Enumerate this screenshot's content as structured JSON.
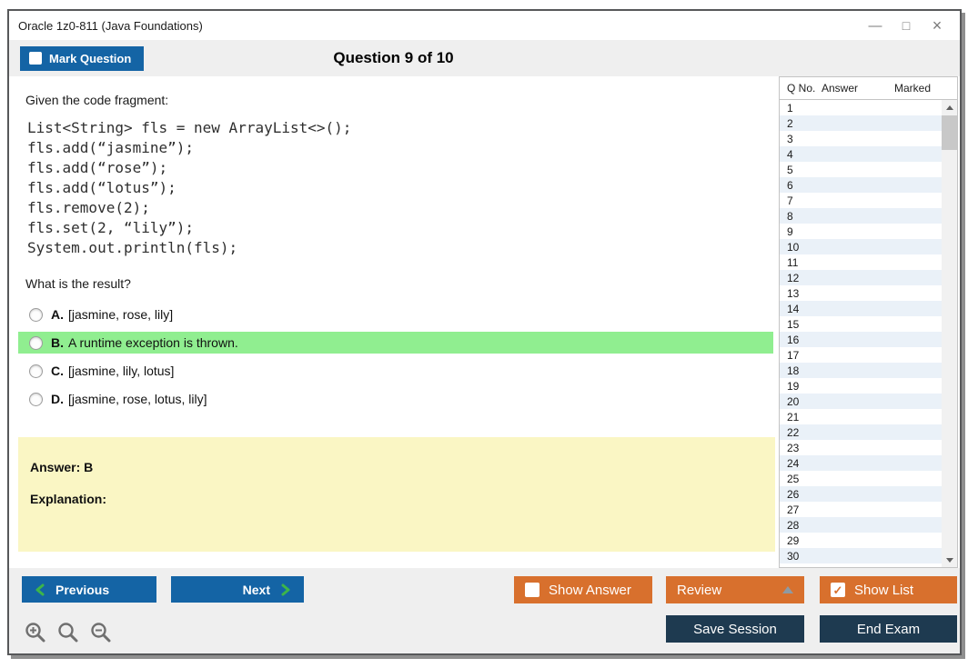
{
  "window": {
    "title": "Oracle 1z0-811 (Java Foundations)"
  },
  "titlebar": {
    "minimize_glyph": "—",
    "maximize_glyph": "□",
    "close_glyph": "×"
  },
  "header": {
    "mark_question_label": "Mark Question",
    "question_counter": "Question 9 of 10"
  },
  "question": {
    "prompt": "Given the code fragment:",
    "code_lines": [
      "List<String> fls = new ArrayList<>();",
      "fls.add(“jasmine”);",
      "fls.add(“rose”);",
      "fls.add(“lotus”);",
      "fls.remove(2);",
      "fls.set(2, “lily”);",
      "System.out.println(fls);"
    ],
    "question_text": "What is the result?",
    "options": [
      {
        "letter": "A.",
        "text": "[jasmine, rose, lily]",
        "highlighted": false
      },
      {
        "letter": "B.",
        "text": "A runtime exception is thrown.",
        "highlighted": true
      },
      {
        "letter": "C.",
        "text": "[jasmine, lily, lotus]",
        "highlighted": false
      },
      {
        "letter": "D.",
        "text": "[jasmine, rose, lotus, lily]",
        "highlighted": false
      }
    ]
  },
  "answer_panel": {
    "answer_label": "Answer: B",
    "explanation_label": "Explanation:"
  },
  "sidebar": {
    "columns": [
      "Q No.",
      "Answer",
      "Marked"
    ],
    "rows": [
      {
        "q": "1",
        "answer": "",
        "marked": ""
      },
      {
        "q": "2",
        "answer": "",
        "marked": ""
      },
      {
        "q": "3",
        "answer": "",
        "marked": ""
      },
      {
        "q": "4",
        "answer": "",
        "marked": ""
      },
      {
        "q": "5",
        "answer": "",
        "marked": ""
      },
      {
        "q": "6",
        "answer": "",
        "marked": ""
      },
      {
        "q": "7",
        "answer": "",
        "marked": ""
      },
      {
        "q": "8",
        "answer": "",
        "marked": ""
      },
      {
        "q": "9",
        "answer": "",
        "marked": ""
      },
      {
        "q": "10",
        "answer": "",
        "marked": ""
      },
      {
        "q": "11",
        "answer": "",
        "marked": ""
      },
      {
        "q": "12",
        "answer": "",
        "marked": ""
      },
      {
        "q": "13",
        "answer": "",
        "marked": ""
      },
      {
        "q": "14",
        "answer": "",
        "marked": ""
      },
      {
        "q": "15",
        "answer": "",
        "marked": ""
      },
      {
        "q": "16",
        "answer": "",
        "marked": ""
      },
      {
        "q": "17",
        "answer": "",
        "marked": ""
      },
      {
        "q": "18",
        "answer": "",
        "marked": ""
      },
      {
        "q": "19",
        "answer": "",
        "marked": ""
      },
      {
        "q": "20",
        "answer": "",
        "marked": ""
      },
      {
        "q": "21",
        "answer": "",
        "marked": ""
      },
      {
        "q": "22",
        "answer": "",
        "marked": ""
      },
      {
        "q": "23",
        "answer": "",
        "marked": ""
      },
      {
        "q": "24",
        "answer": "",
        "marked": ""
      },
      {
        "q": "25",
        "answer": "",
        "marked": ""
      },
      {
        "q": "26",
        "answer": "",
        "marked": ""
      },
      {
        "q": "27",
        "answer": "",
        "marked": ""
      },
      {
        "q": "28",
        "answer": "",
        "marked": ""
      },
      {
        "q": "29",
        "answer": "",
        "marked": ""
      },
      {
        "q": "30",
        "answer": "",
        "marked": ""
      }
    ]
  },
  "footer": {
    "previous_label": "Previous",
    "next_label": "Next",
    "show_answer_label": "Show Answer",
    "review_label": "Review",
    "show_list_label": "Show List",
    "show_list_check": "✓",
    "save_session_label": "Save Session",
    "end_exam_label": "End Exam"
  },
  "colors": {
    "accent_blue": "#1464a5",
    "accent_orange": "#d8702d",
    "accent_navy": "#1e3a50",
    "highlight_green": "#90ee90",
    "answer_yellow": "#faf6c4",
    "row_alt_blue": "#eaf1f8",
    "bar_gray": "#efefef",
    "chevron_green": "#3db54a"
  }
}
